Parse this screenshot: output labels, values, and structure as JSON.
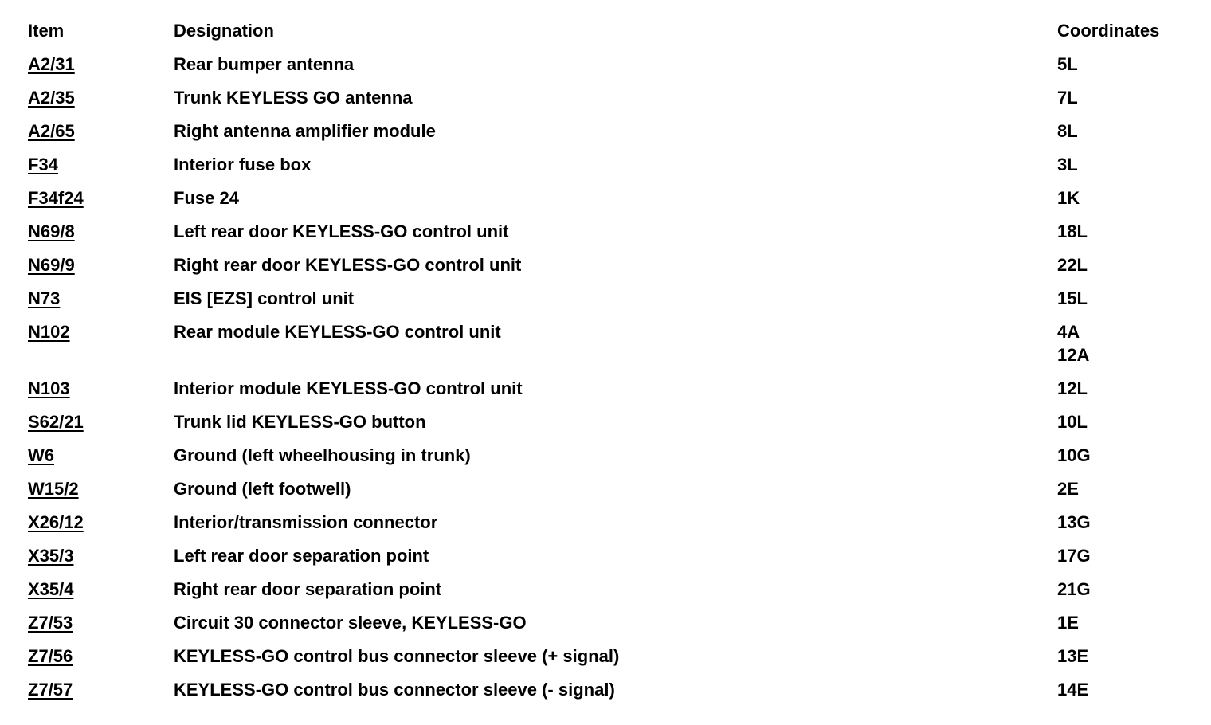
{
  "table": {
    "headers": {
      "item": "Item",
      "designation": "Designation",
      "coordinates": "Coordinates"
    },
    "rows": [
      {
        "item": "A2/31",
        "designation": "Rear bumper antenna",
        "coordinates": [
          "5L"
        ]
      },
      {
        "item": "A2/35",
        "designation": "Trunk KEYLESS GO antenna",
        "coordinates": [
          "7L"
        ]
      },
      {
        "item": "A2/65",
        "designation": "Right antenna amplifier module",
        "coordinates": [
          "8L"
        ]
      },
      {
        "item": "F34",
        "designation": "Interior fuse box",
        "coordinates": [
          "3L"
        ]
      },
      {
        "item": "F34f24",
        "designation": "Fuse 24",
        "coordinates": [
          "1K"
        ]
      },
      {
        "item": "N69/8",
        "designation": "Left rear door KEYLESS-GO control unit",
        "coordinates": [
          "18L"
        ]
      },
      {
        "item": "N69/9",
        "designation": "Right rear door KEYLESS-GO control unit",
        "coordinates": [
          "22L"
        ]
      },
      {
        "item": "N73",
        "designation": "EIS [EZS] control unit",
        "coordinates": [
          "15L"
        ]
      },
      {
        "item": "N102",
        "designation": "Rear module KEYLESS-GO control unit",
        "coordinates": [
          "4A",
          "12A"
        ]
      },
      {
        "item": "N103",
        "designation": "Interior module KEYLESS-GO control unit",
        "coordinates": [
          "12L"
        ]
      },
      {
        "item": "S62/21",
        "designation": "Trunk lid KEYLESS-GO button",
        "coordinates": [
          "10L"
        ]
      },
      {
        "item": "W6",
        "designation": "Ground (left wheelhousing in trunk)",
        "coordinates": [
          "10G"
        ]
      },
      {
        "item": "W15/2",
        "designation": "Ground (left footwell)",
        "coordinates": [
          "2E"
        ]
      },
      {
        "item": "X26/12",
        "designation": "Interior/transmission connector",
        "coordinates": [
          "13G"
        ]
      },
      {
        "item": "X35/3",
        "designation": "Left rear door separation point",
        "coordinates": [
          "17G"
        ]
      },
      {
        "item": "X35/4",
        "designation": "Right rear door separation point",
        "coordinates": [
          "21G"
        ]
      },
      {
        "item": "Z7/53",
        "designation": "Circuit 30 connector sleeve, KEYLESS-GO",
        "coordinates": [
          "1E"
        ]
      },
      {
        "item": "Z7/56",
        "designation": "KEYLESS-GO control bus connector sleeve (+ signal)",
        "coordinates": [
          "13E"
        ]
      },
      {
        "item": "Z7/57",
        "designation": "KEYLESS-GO control bus connector sleeve (- signal)",
        "coordinates": [
          "14E"
        ]
      }
    ]
  }
}
